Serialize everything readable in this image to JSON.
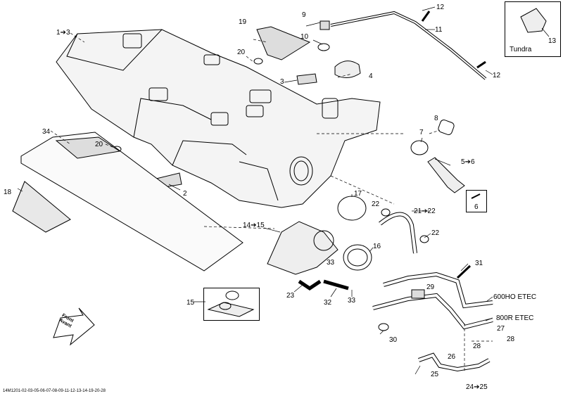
{
  "callouts": {
    "c1": "1➔3",
    "c2": "2",
    "c3": "3",
    "c4": "4",
    "c5": "5➔6",
    "c6": "6",
    "c7": "7",
    "c8": "8",
    "c9": "9",
    "c10": "10",
    "c11": "11",
    "c12a": "12",
    "c12b": "12",
    "c13": "13",
    "c14": "14➔15",
    "c15": "15",
    "c16": "16",
    "c17": "17",
    "c18": "18",
    "c19": "19",
    "c20a": "20",
    "c20b": "20",
    "c21": "21➔22",
    "c22a": "22",
    "c22b": "22",
    "c23": "23",
    "c24": "24➔25",
    "c25": "25",
    "c26": "26",
    "c27": "27",
    "c28a": "28",
    "c28b": "28",
    "c29": "29",
    "c30": "30",
    "c31": "31",
    "c32": "32",
    "c33a": "33",
    "c33b": "33",
    "c34": "34"
  },
  "variants": {
    "tundra": "Tundra",
    "ho": "600HO ETEC",
    "r": "800R ETEC"
  },
  "front_arrow": {
    "line1": "Front",
    "line2": "Avant"
  },
  "footer": "14M1201-02-03-05-06-07-08-09-11-12-13-14-19-20-28"
}
